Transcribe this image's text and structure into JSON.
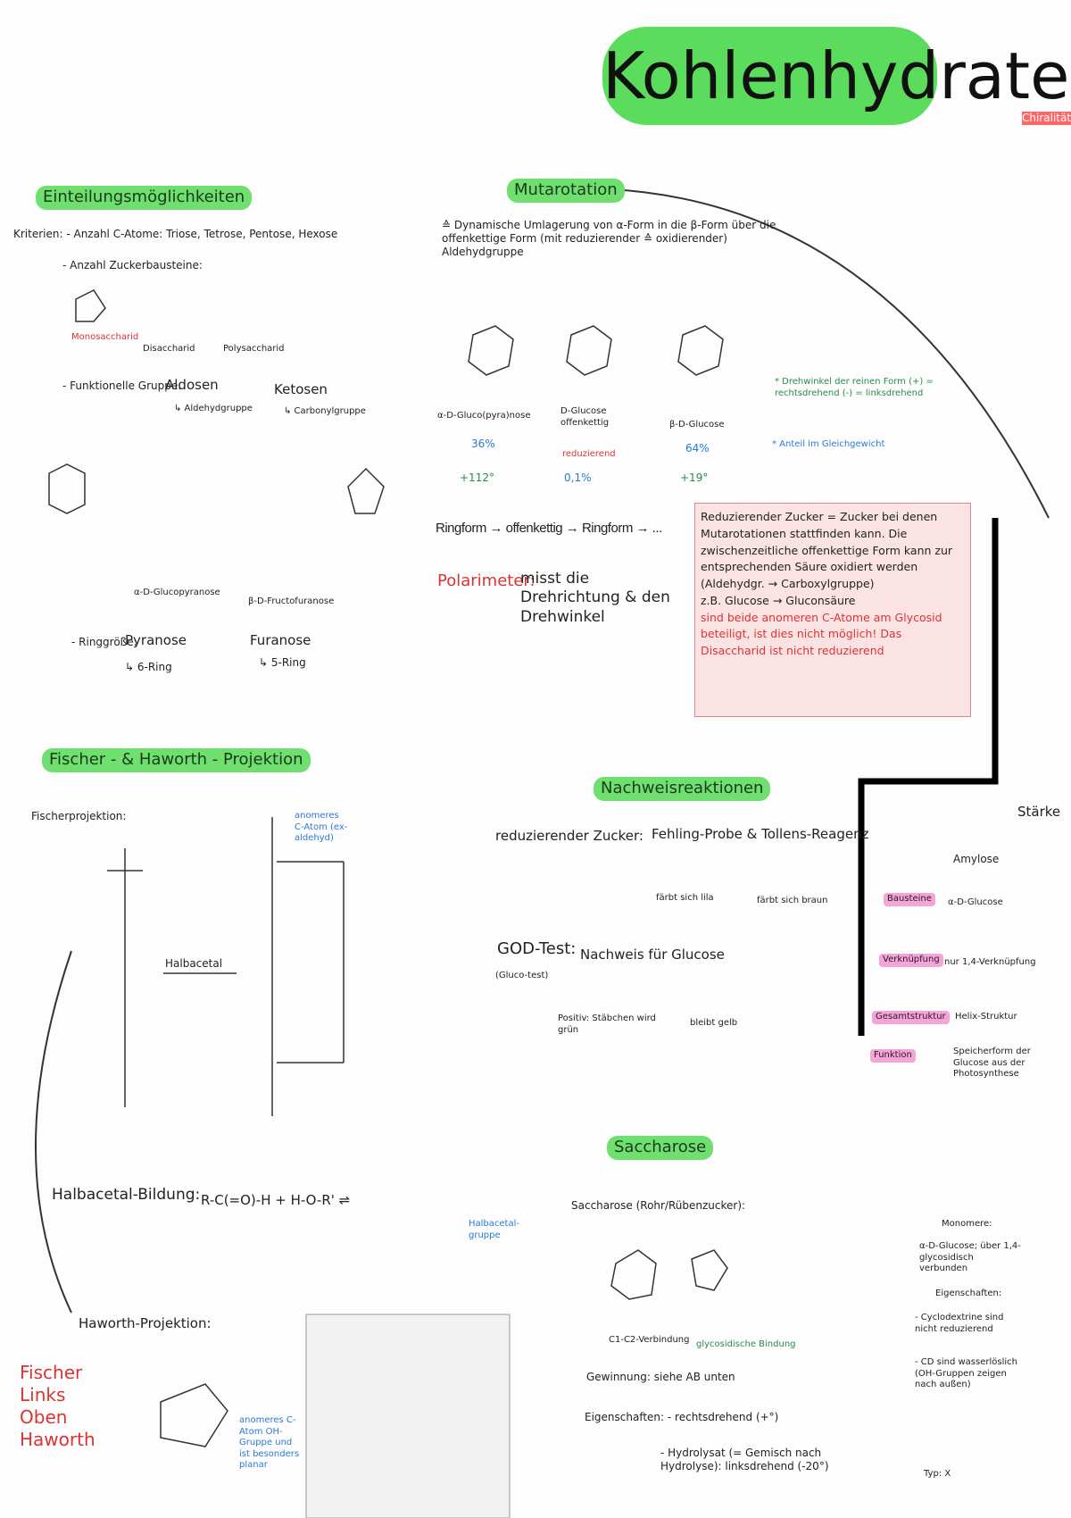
{
  "title": "Kohlenhydrate",
  "edge_tag": "Chiralität",
  "einteilung": {
    "heading": "Einteilungsmöglichkeiten",
    "kriterien": "Kriterien: - Anzahl C-Atome: Triose, Tetrose, Pentose, Hexose",
    "bausteine": "- Anzahl Zuckerbausteine:",
    "mono": "Monosaccharid",
    "di": "Disaccharid",
    "poly": "Polysaccharid",
    "funktionelle": "- Funktionelle Gruppe:",
    "aldosen": "Aldosen",
    "aldehyd": "↳ Aldehydgruppe",
    "ketosen": "Ketosen",
    "carbonyl": "↳ Carbonylgruppe",
    "glucopyranose": "α-D-Glucopyranose",
    "fructofuranose": "β-D-Fructofuranose",
    "ringgroesse": "- Ringgröße:",
    "pyranose": "Pyranose",
    "pyranose_sub": "↳ 6-Ring",
    "furanose": "Furanose",
    "furanose_sub": "↳ 5-Ring"
  },
  "mutarotation": {
    "heading": "Mutarotation",
    "definition": "≙ Dynamische Umlagerung von α-Form in die β-Form über die offenkettige Form (mit reduzierender ≙ oxidierender) Aldehydgruppe",
    "alpha": "α-D-Gluco(pyra)nose",
    "alpha_pct": "36%",
    "alpha_rot": "+112°",
    "open": "D-Glucose offenkettig",
    "open_note": "reduzierend",
    "open_pct": "0,1%",
    "beta": "β-D-Glucose",
    "beta_pct": "64%",
    "beta_rot": "+19°",
    "note1": "* Drehwinkel der reinen Form (+) = rechtsdrehend (-) = linksdrehend",
    "note2": "* Anteil im Gleichgewicht",
    "ringform": "Ringform → offenkettig → Ringform → ...",
    "polarimeter": "Polarimeter:",
    "polarimeter_text": "misst die Drehrichtung & den Drehwinkel"
  },
  "box": {
    "line1": "Reduzierender Zucker = Zucker bei denen Mutarotationen stattfinden kann. Die zwischenzeitliche offenkettige Form kann zur entsprechenden Säure oxidiert werden (Aldehydgr. → Carboxylgruppe)",
    "line2": "z.B. Glucose → Gluconsäure",
    "line3": "sind beide anomeren C-Atome am Glycosid beteiligt, ist dies nicht möglich! Das Disaccharid ist nicht reduzierend"
  },
  "fischer": {
    "heading": "Fischer - & Haworth - Projektion",
    "label": "Fischerprojektion:",
    "halbacetal": "Halbacetal",
    "anomer": "anomeres C-Atom (ex-aldehyd)",
    "bildung": "Halbacetal-Bildung:",
    "bildung_formula": "R-C(=O)-H + H-O-R' ⇌",
    "halbacetal_gruppe": "Halbacetal-gruppe",
    "haworth": "Haworth-Projektion:",
    "mnemonic": "Fischer\nLinks\nOben\nHaworth",
    "anomer_haworth": "anomeres C-Atom OH-Gruppe und ist besonders planar"
  },
  "nachweis": {
    "heading": "Nachweisreaktionen",
    "reduz": "reduzierender Zucker:",
    "tests": "Fehling-Probe & Tollens-Reagenz",
    "fehling_result": "färbt sich lila",
    "tollens_result": "färbt sich braun",
    "god": "GOD-Test:",
    "god_sub": "(Gluco-test)",
    "god_text": "Nachweis für Glucose",
    "positiv": "Positiv: Stäbchen wird grün",
    "negativ": "bleibt gelb"
  },
  "saccharose": {
    "heading": "Saccharose",
    "label": "Saccharose (Rohr/Rübenzucker):",
    "bindung": "C1-C2-Verbindung",
    "glyc": "glycosidische Bindung",
    "gewinnung": "Gewinnung: siehe AB unten",
    "eigenschaften": "Eigenschaften: - rechtsdrehend (+°)",
    "hydrolysat": "- Hydrolysat (= Gemisch nach Hydrolyse): linksdrehend (-20°)"
  },
  "staerke": {
    "heading": "Stärke",
    "amylose": "Amylose",
    "bausteine": "Bausteine",
    "bausteine_val": "α-D-Glucose",
    "verknuepfung": "Verknüpfung",
    "verknuepfung_val": "nur 1,4-Verknüpfung",
    "gesamt": "Gesamtstruktur",
    "gesamt_val": "Helix-Struktur",
    "funktion": "Funktion",
    "funktion_val": "Speicherform der Glucose aus der Photosynthese"
  },
  "cyclo": {
    "monomere": "Monomere:",
    "monomere_val": "α-D-Glucose; über 1,4-glycosidisch verbunden",
    "eigenschaften": "Eigenschaften:",
    "e1": "- Cyclodextrine sind nicht reduzierend",
    "e2": "- CD sind wasserlöslich (OH-Gruppen zeigen nach außen)",
    "typ": "Typ: X"
  }
}
